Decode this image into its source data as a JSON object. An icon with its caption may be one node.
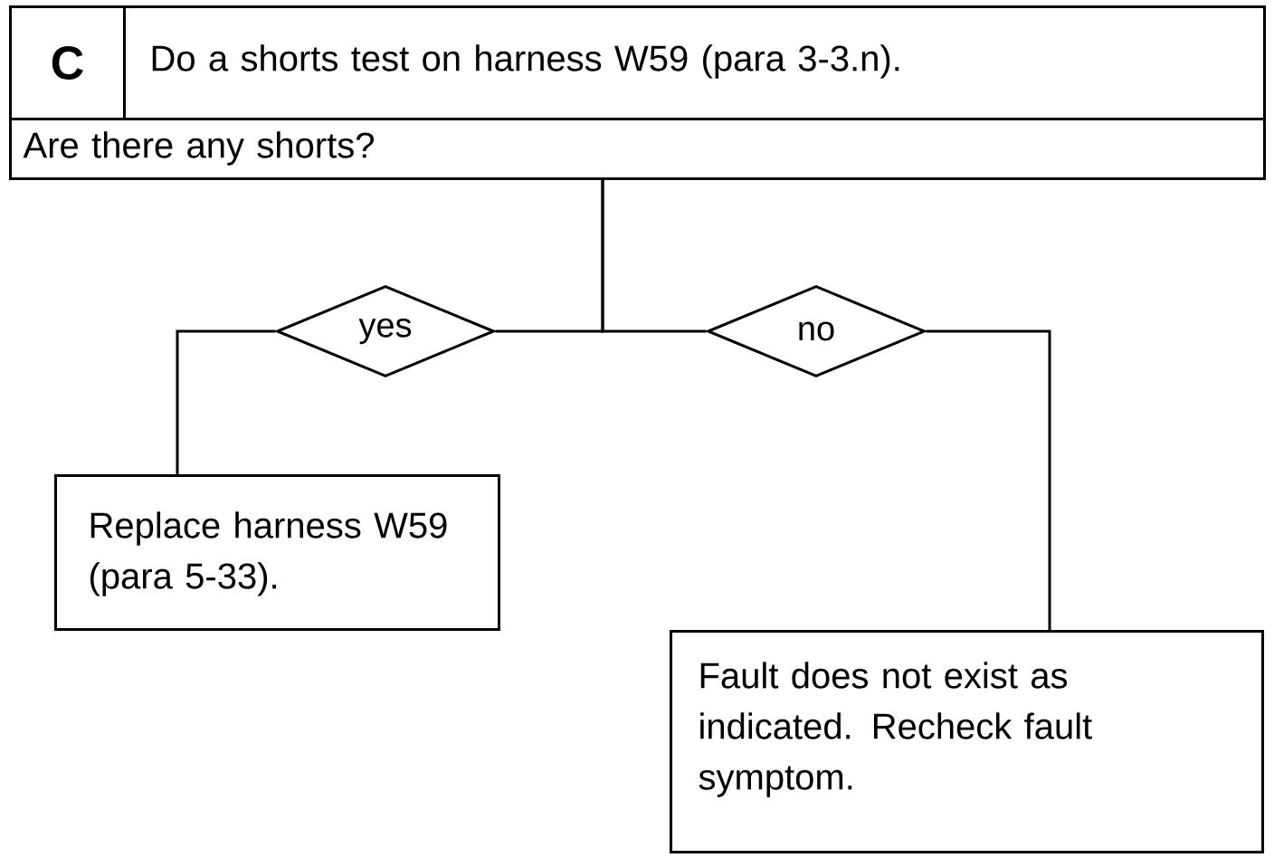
{
  "diagram": {
    "nodes": [
      {
        "text": [
          "Do a shorts test on harness W59 (para 3-3.n)."
        ]
      },
      {
        "text": [
          "C"
        ],
        "in": 0
      },
      {
        "text": [
          "Are there any shorts?"
        ]
      },
      {
        "text": [
          "yes"
        ]
      },
      {
        "text": [
          "no"
        ]
      },
      {
        "text": [
          "Replace harness W59 (para 5-33)."
        ]
      },
      {
        "text": [
          "Fault does not exist as indicated. Recheck fault symptom."
        ]
      }
    ],
    "edges": [
      {
        "from": 2,
        "to": 3,
        "arrow": "none"
      },
      {
        "from": 2,
        "to": 4,
        "arrow": "none"
      },
      {
        "from": 3,
        "to": 5,
        "arrow": "none"
      },
      {
        "from": 4,
        "to": 6,
        "arrow": "none"
      }
    ]
  }
}
